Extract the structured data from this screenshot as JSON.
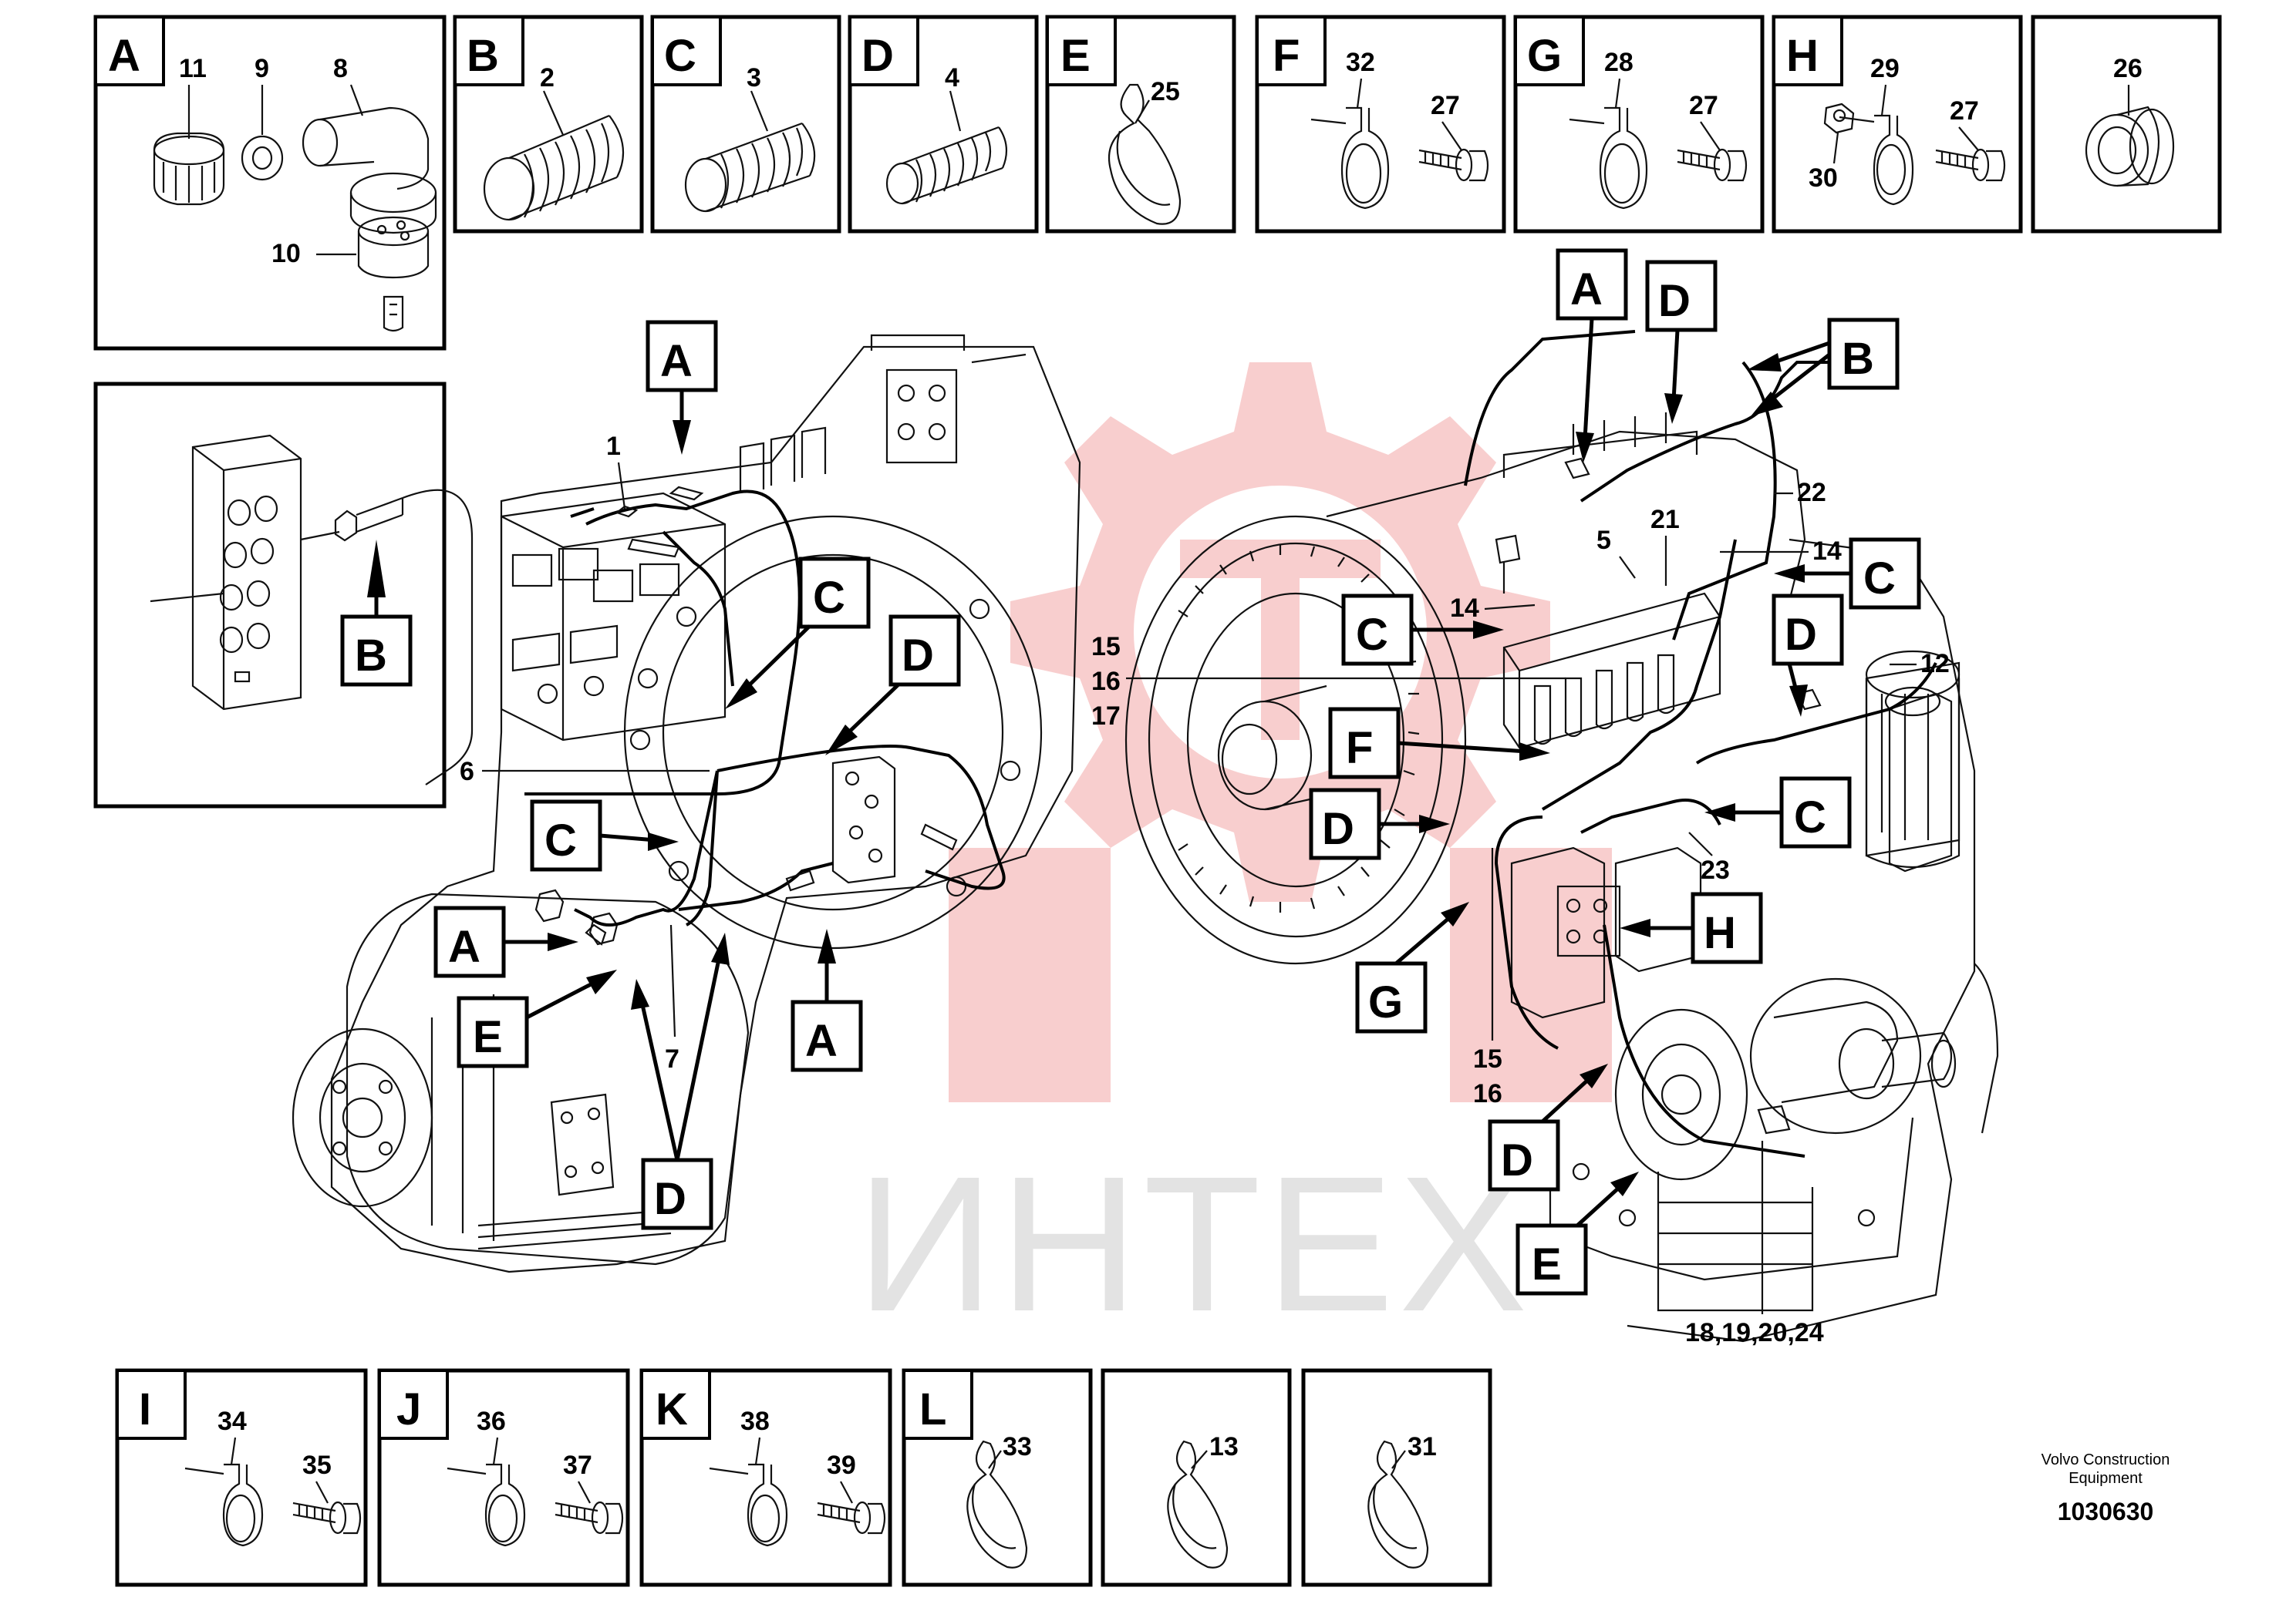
{
  "detail_panels_top": [
    {
      "letter": "A",
      "numbers": [
        "11",
        "9",
        "8",
        "10"
      ]
    },
    {
      "letter": "B",
      "numbers": [
        "2"
      ]
    },
    {
      "letter": "C",
      "numbers": [
        "3"
      ]
    },
    {
      "letter": "D",
      "numbers": [
        "4"
      ]
    },
    {
      "letter": "E",
      "numbers": [
        "25"
      ]
    },
    {
      "letter": "F",
      "numbers": [
        "32",
        "27"
      ]
    },
    {
      "letter": "G",
      "numbers": [
        "28",
        "27"
      ]
    },
    {
      "letter": "H",
      "numbers": [
        "29",
        "27",
        "30"
      ]
    },
    {
      "letter": "",
      "numbers": [
        "26"
      ]
    }
  ],
  "detail_panel_connector": {
    "callout": "B"
  },
  "detail_panels_bottom": [
    {
      "letter": "I",
      "numbers": [
        "34",
        "35"
      ]
    },
    {
      "letter": "J",
      "numbers": [
        "36",
        "37"
      ]
    },
    {
      "letter": "K",
      "numbers": [
        "38",
        "39"
      ]
    },
    {
      "letter": "L",
      "numbers": [
        "33"
      ]
    },
    {
      "letter": "",
      "numbers": [
        "13"
      ]
    },
    {
      "letter": "",
      "numbers": [
        "31"
      ]
    }
  ],
  "left_assembly": {
    "callouts": [
      "A",
      "C",
      "D",
      "C",
      "A",
      "E",
      "D",
      "A"
    ],
    "numbers": [
      "1",
      "6",
      "7"
    ]
  },
  "right_assembly": {
    "callouts": [
      "A",
      "D",
      "B",
      "C",
      "C",
      "D",
      "F",
      "D",
      "C",
      "H",
      "G",
      "D",
      "E"
    ],
    "numbers": [
      "22",
      "5",
      "21",
      "14",
      "14",
      "15",
      "16",
      "17",
      "12",
      "23",
      "15",
      "16",
      "18,19,20,24"
    ]
  },
  "watermark": {
    "text": "ИНТЕХ",
    "color": "#e3e3e3",
    "logo_color": "#f7c6c6"
  },
  "caption": {
    "line1": "Volvo Construction",
    "line2": "Equipment",
    "code": "1030630"
  }
}
